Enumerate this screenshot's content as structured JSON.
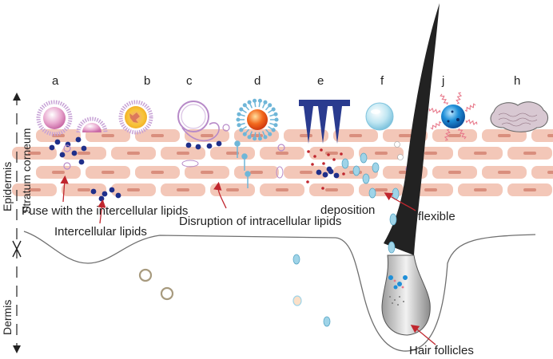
{
  "panel_letters": [
    "a",
    "b",
    "c",
    "d",
    "e",
    "f",
    "j",
    "h"
  ],
  "side_labels": {
    "epidermis": "Epidermis",
    "stratum_corneum": "Stratum corneum",
    "dermis": "Dermis"
  },
  "annotations": {
    "fuse": "Fuse with the intercellular lipids",
    "intercellular": "Intercellular lipids",
    "disruption": "Disruption of intracellular lipids",
    "deposition": "deposition",
    "flexible": "flexible",
    "hair_follicles": "Hair follicles"
  },
  "colors": {
    "cell_fill": "#f3c7b8",
    "cell_core": "#d98e7d",
    "lipid_dot": "#1f2f8a",
    "arrow_red": "#c0262e",
    "microneedle": "#2a3b8f",
    "hair": "#222222",
    "vesicle_blue": "#9fd4e8"
  }
}
